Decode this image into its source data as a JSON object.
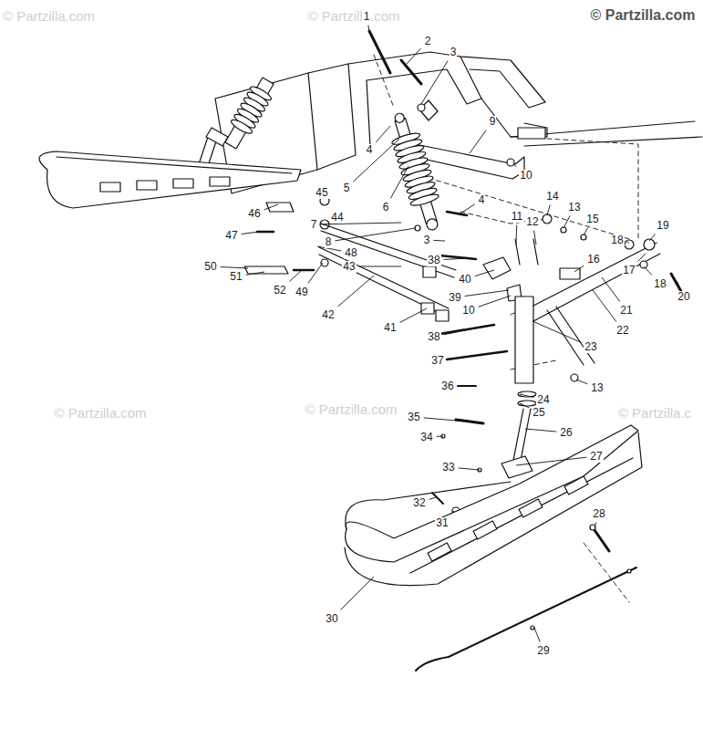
{
  "diagram": {
    "labels": [
      "© Partzilla.com",
      "© Partzilla.com",
      "© Partzilla.com",
      "1",
      "2",
      "3",
      "9",
      "4",
      "10",
      "5",
      "45",
      "6",
      "46",
      "44",
      "7",
      "8",
      "47",
      "4",
      "14",
      "13",
      "11",
      "12",
      "15",
      "19",
      "18",
      "3",
      "48",
      "16",
      "38",
      "43",
      "50",
      "17",
      "51",
      "40",
      "18",
      "52",
      "49",
      "20",
      "39",
      "10",
      "21",
      "42",
      "41",
      "22",
      "38",
      "23",
      "37",
      "36",
      "13",
      "24",
      "© Partzilla.com",
      "© Partzilla.com",
      "© Partzilla.c",
      "25",
      "35",
      "26",
      "34",
      "27",
      "33",
      "32",
      "28",
      "31",
      "30",
      "29"
    ]
  }
}
